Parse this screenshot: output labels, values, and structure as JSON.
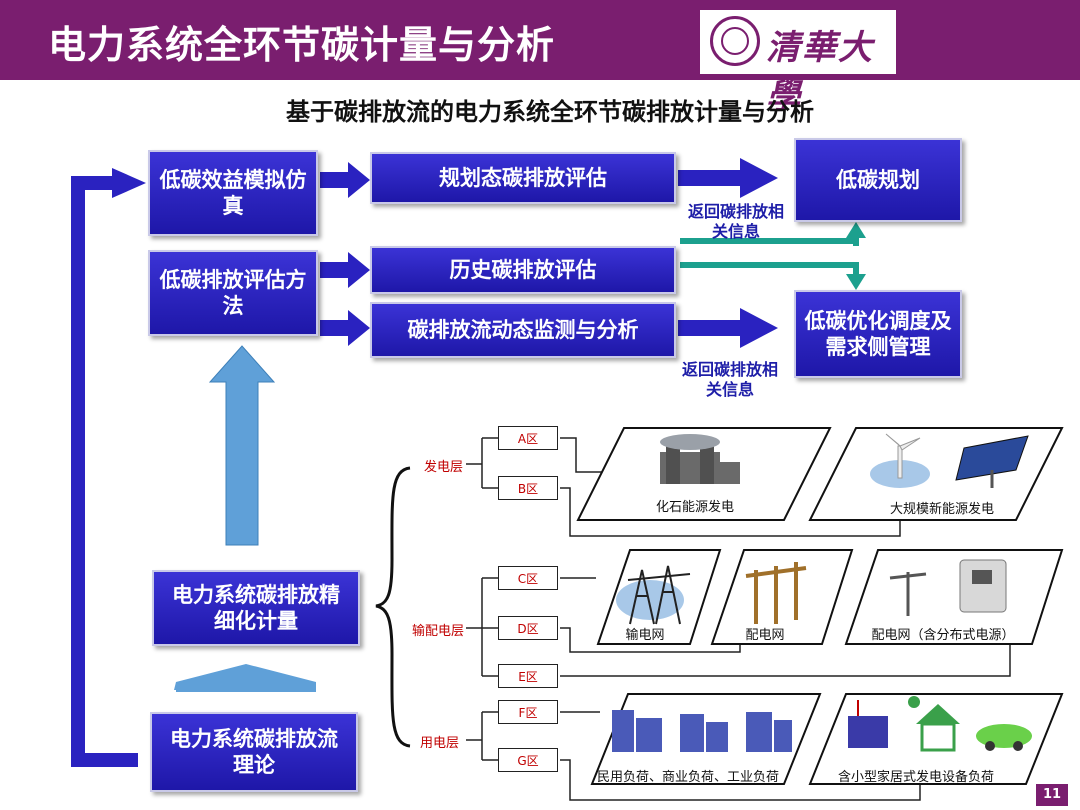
{
  "header": {
    "title": "电力系统全环节碳计量与分析",
    "logo_text": "清華大學"
  },
  "subtitle": "基于碳排放流的电力系统全环节碳排放计量与分析",
  "boxes": {
    "sim": "低碳效益模拟仿真",
    "method": "低碳排放评估方法",
    "fine": "电力系统碳排放精细化计量",
    "theory": "电力系统碳排放流理论",
    "plan_eval": "规划态碳排放评估",
    "hist_eval": "历史碳排放评估",
    "dyn_mon": "碳排放流动态监测与分析",
    "low_plan": "低碳规划",
    "low_dispatch": "低碳优化调度及需求侧管理"
  },
  "feedback_label": "返回碳排放相关信息",
  "layers": {
    "gen": "发电层",
    "td": "输配电层",
    "use": "用电层"
  },
  "zones": [
    "A区",
    "B区",
    "C区",
    "D区",
    "E区",
    "F区",
    "G区"
  ],
  "captions": {
    "fossil": "化石能源发电",
    "renew": "大规模新能源发电",
    "trans": "输电网",
    "dist": "配电网",
    "dist_der": "配电网（含分布式电源）",
    "loads": "民用负荷、商业负荷、工业负荷",
    "home_gen": "含小型家居式发电设备负荷"
  },
  "page_number": "11",
  "colors": {
    "header": "#7a1e6f",
    "box": "#2a22c0",
    "arrow": "#1e1ea8",
    "teal": "#1ca08e",
    "light_arrow": "#5fa0d8",
    "zone_text": "#c00000"
  },
  "icons": [
    "power-plant-icon",
    "wind-turbine-icon",
    "solar-panel-icon",
    "transmission-tower-icon",
    "utility-pole-icon",
    "charging-station-icon",
    "city-buildings-icon",
    "house-icon",
    "electric-car-icon"
  ]
}
